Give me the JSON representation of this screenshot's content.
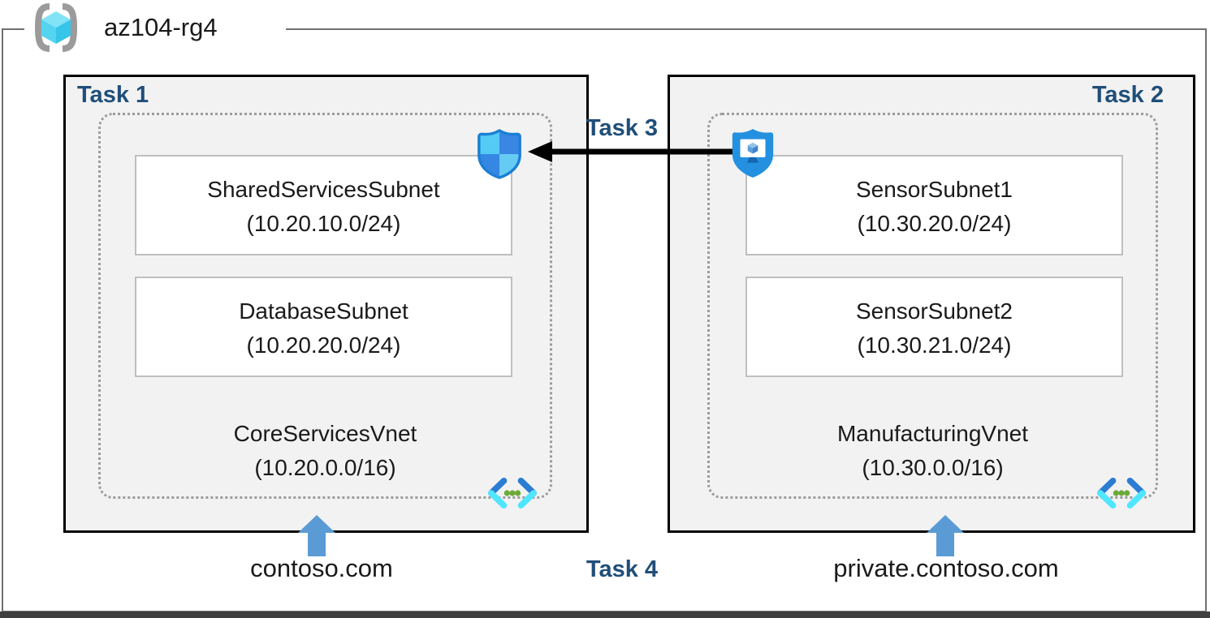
{
  "header": {
    "resource_group": "az104-rg4"
  },
  "tasks": {
    "t1": "Task 1",
    "t2": "Task 2",
    "t3": "Task 3",
    "t4": "Task 4"
  },
  "vnets": [
    {
      "task": "Task 1",
      "name": "CoreServicesVnet",
      "cidr": "(10.20.0.0/16)",
      "dns": "contoso.com",
      "subnets": [
        {
          "name": "SharedServicesSubnet",
          "cidr": "(10.20.10.0/24)"
        },
        {
          "name": "DatabaseSubnet",
          "cidr": "(10.20.20.0/24)"
        }
      ]
    },
    {
      "task": "Task 2",
      "name": "ManufacturingVnet",
      "cidr": "(10.30.0.0/16)",
      "dns": "private.contoso.com",
      "subnets": [
        {
          "name": "SensorSubnet1",
          "cidr": "(10.30.20.0/24)"
        },
        {
          "name": "SensorSubnet2",
          "cidr": "(10.30.21.0/24)"
        }
      ]
    }
  ],
  "icons": {
    "resource_group": "azure-resource-group-icon",
    "nsg": "network-security-group-shield-icon",
    "bastion": "bastion-shield-monitor-icon",
    "vnet": "virtual-network-icon",
    "peering_arrow": "left-arrow",
    "dns_arrow": "up-arrow"
  },
  "colors": {
    "task_label": "#1F4E79",
    "box_bg": "#F2F2F2",
    "box_border": "#000000",
    "dashed_border": "#9C9C9C",
    "subnet_border": "#BFBFBF",
    "outer_border": "#707070",
    "bottom_bar": "#3F3F3F",
    "arrow_blue": "#5B9BD5",
    "arrow_black": "#000000"
  }
}
